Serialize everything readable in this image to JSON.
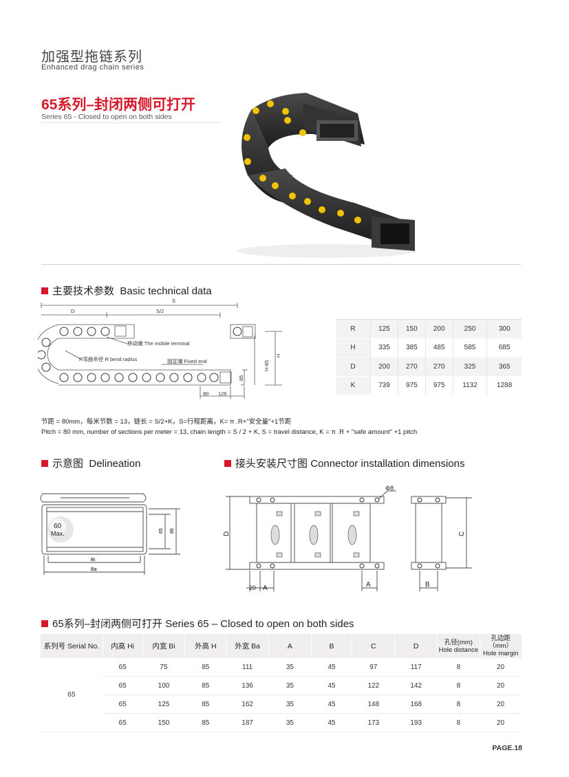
{
  "header": {
    "title_cn": "加强型拖链系列",
    "title_en": "Enhanced drag chain series"
  },
  "series": {
    "title_cn": "65系列–封闭两侧可打开",
    "title_en": "Series 65 - Closed to open on both sides"
  },
  "basic": {
    "heading_cn": "主要技术参数",
    "heading_en": "Basic technical data",
    "dim_labels": {
      "S": "S",
      "D": "D",
      "S2": "S/2",
      "mobile": "移动端 The mobile terminal",
      "bend": "R弯曲半径 R bend radius",
      "fixed": "固定端 Fixed end",
      "H85": "H-85",
      "H": "H",
      "v85": "85",
      "d80": "80",
      "d126": "126"
    },
    "table": [
      {
        "key": "R",
        "values": [
          "125",
          "150",
          "200",
          "250",
          "300"
        ]
      },
      {
        "key": "H",
        "values": [
          "335",
          "385",
          "485",
          "585",
          "685"
        ]
      },
      {
        "key": "D",
        "values": [
          "200",
          "270",
          "270",
          "325",
          "365"
        ]
      },
      {
        "key": "K",
        "values": [
          "739",
          "975",
          "975",
          "1132",
          "1288"
        ]
      }
    ],
    "note_cn": "节距 = 80mm，每米节数 = 13，链长 = S/2+K，S=行程距离，K= π .R+\"安全量\"+1节距",
    "note_en": "Pitch = 80 mm, number of sections per meter = 13, chain length = S / 2 + K, S = travel distance, K = π .R + \"safe amount\" +1 pitch"
  },
  "delineation": {
    "heading_cn": "示意图",
    "heading_en": "Delineation",
    "ball_value": "60",
    "ball_unit": "Max.",
    "labels": {
      "h65": "65",
      "h85": "85",
      "bi": "Bi",
      "ba": "Ba"
    }
  },
  "connector": {
    "heading_cn": "接头安装尺寸图",
    "heading_en": "Connector installation dimensions",
    "labels": {
      "phi": "Φ8",
      "D": "D",
      "n20": "20",
      "A1": "A",
      "A2": "A",
      "C": "C",
      "B": "B"
    }
  },
  "spec": {
    "heading": "65系列–封闭两侧可打开 Series 65 – Closed to open on both sides",
    "headers": [
      "系列号 Serial No.",
      "内高 Hi",
      "内宽 Bi",
      "外高 H",
      "外宽 Ba",
      "A",
      "B",
      "C",
      "D"
    ],
    "hole_header": {
      "cn": "孔径(mm)",
      "en": "Hole distance"
    },
    "margin_header": {
      "cn": "孔边距（mm）",
      "en": "Hole margin"
    },
    "serial": "65",
    "rows": [
      [
        "65",
        "75",
        "85",
        "111",
        "35",
        "45",
        "97",
        "117",
        "8",
        "20"
      ],
      [
        "65",
        "100",
        "85",
        "136",
        "35",
        "45",
        "122",
        "142",
        "8",
        "20"
      ],
      [
        "65",
        "125",
        "85",
        "162",
        "35",
        "45",
        "148",
        "168",
        "8",
        "20"
      ],
      [
        "65",
        "150",
        "85",
        "187",
        "35",
        "45",
        "173",
        "193",
        "8",
        "20"
      ]
    ]
  },
  "footer": {
    "page": "PAGE.18"
  },
  "colors": {
    "accent": "#d7182a",
    "chain_body": "#2b2b2b",
    "chain_pin": "#f2c300"
  }
}
